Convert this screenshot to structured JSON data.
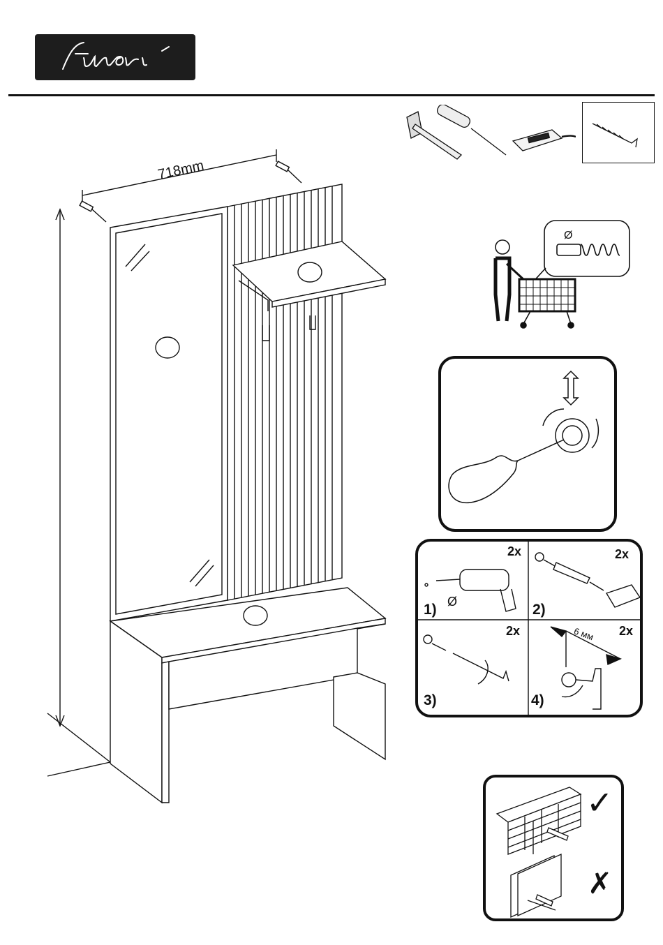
{
  "brand": {
    "name": "finori",
    "logo_icon": "finori-script-logo"
  },
  "dimensions": {
    "width": "718mm"
  },
  "tools": [
    "hammer-icon",
    "screwdriver-icon",
    "spirit-level-icon",
    "screw-hook-icon"
  ],
  "shop_note": {
    "diameter_symbol": "Ø",
    "icon": "person-shopping-cart-icon"
  },
  "adjust": {
    "icon": "screwdriver-adjust-icon"
  },
  "steps": [
    {
      "label": "1)",
      "count": "2x",
      "symbol": "Ø"
    },
    {
      "label": "2)",
      "count": "2x"
    },
    {
      "label": "3)",
      "count": "2x"
    },
    {
      "label": "4)",
      "count": "2x",
      "spacing": "6 мм"
    }
  ],
  "wall": {
    "ok": "✓",
    "no": "✗"
  }
}
